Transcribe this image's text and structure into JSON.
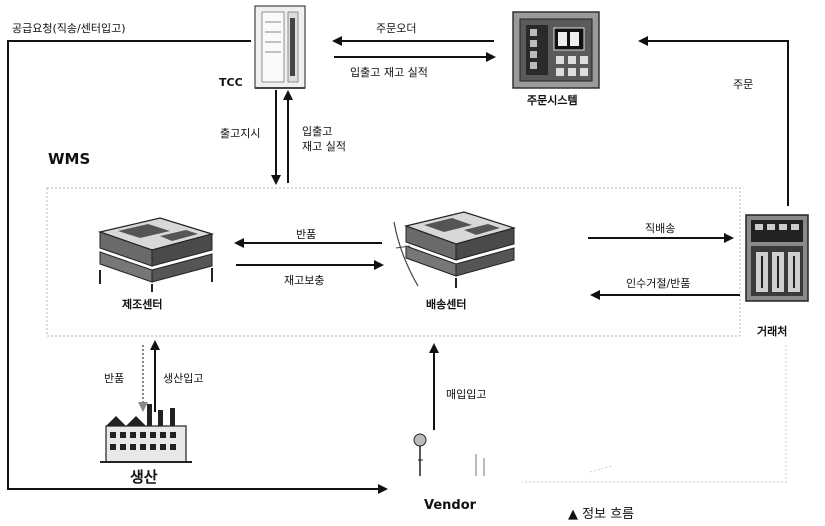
{
  "flows": {
    "supply_request": "공급요청(직송/센터입고)",
    "order_data": "주문오더",
    "inout_stock_result_top": "입출고 재고 실적",
    "order": "주문",
    "ship_instruction": "출고지시",
    "inout_stock_result_side_1": "입출고",
    "inout_stock_result_side_2": "재고 실적",
    "return_center": "반품",
    "stock_supplement": "재고보충",
    "direct_delivery": "직배송",
    "refusal_return": "인수거절/반품",
    "return_production": "반품",
    "production_inbound": "생산입고",
    "purchase_inbound": "매입입고"
  },
  "nodes": {
    "tcc": "TCC",
    "order_system": "주문시스템",
    "wms": "WMS",
    "manufacturing_center": "제조센터",
    "delivery_center": "배송센터",
    "customer": "거래처",
    "production": "생산",
    "vendor": "Vendor"
  },
  "legend": {
    "marker": "▲",
    "text": "정보 흐름"
  }
}
